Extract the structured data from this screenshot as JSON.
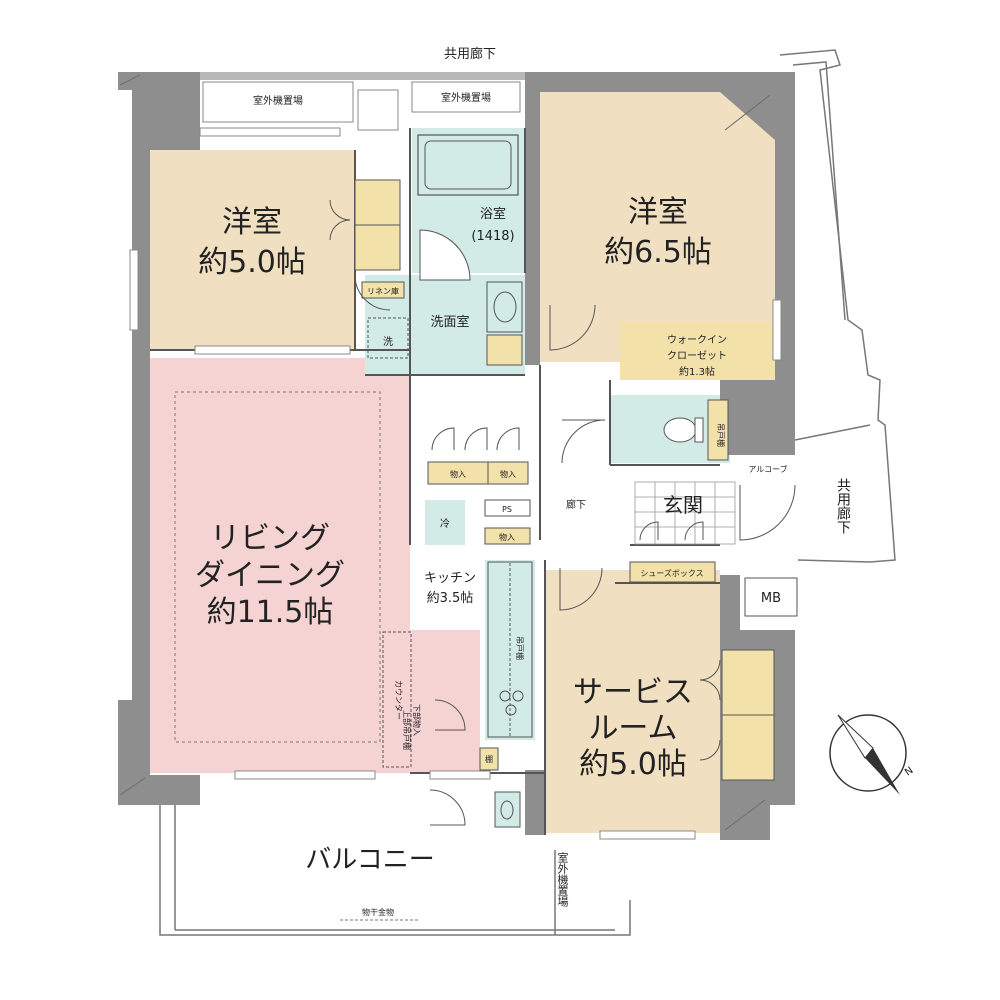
{
  "labels": {
    "corridor_top": "共用廊下",
    "corridor_right": "共用廊下",
    "ac_left": "室外機置場",
    "ac_center": "室外機置場",
    "ac_bottom": "室外機置場",
    "bedroom1_name": "洋室",
    "bedroom1_size": "約5.0帖",
    "bedroom2_name": "洋室",
    "bedroom2_size": "約6.5帖",
    "bath_name": "浴室",
    "bath_size": "(1418)",
    "linen": "リネン庫",
    "washroom": "洗面室",
    "washer": "洗",
    "wic_line1": "ウォークイン",
    "wic_line2": "クローゼット",
    "wic_size": "約1.3帖",
    "wall_cabinet_toilet": "吊戸棚",
    "alcove": "アルコーブ",
    "entrance": "玄関",
    "hallway": "廊下",
    "storage1": "物入",
    "storage2": "物入",
    "storage3": "物入",
    "ps": "PS",
    "fridge": "冷",
    "ldk_line1": "リビング",
    "ldk_line2": "ダイニング",
    "ldk_size": "約11.5帖",
    "kitchen_name": "キッチン",
    "kitchen_size": "約3.5帖",
    "kitchen_wall_cabinet": "吊戸棚",
    "counter_label": "カウンター",
    "counter_below": "下部物入",
    "counter_above": "上部吊戸棚",
    "shelf": "棚",
    "shoe_box": "シューズボックス",
    "mb": "MB",
    "service_line1": "サービス",
    "service_line2": "ルーム",
    "service_size": "約5.0帖",
    "balcony": "バルコニー",
    "drying_rack": "物干金物",
    "north": "N"
  },
  "colors": {
    "bedroom": "#f1dfc2",
    "ldk": "#f5d3d3",
    "wet": "#d3ebe6",
    "storage": "#f3e1aa",
    "wall": "#8e8e8e",
    "floor": "#ffffff"
  }
}
